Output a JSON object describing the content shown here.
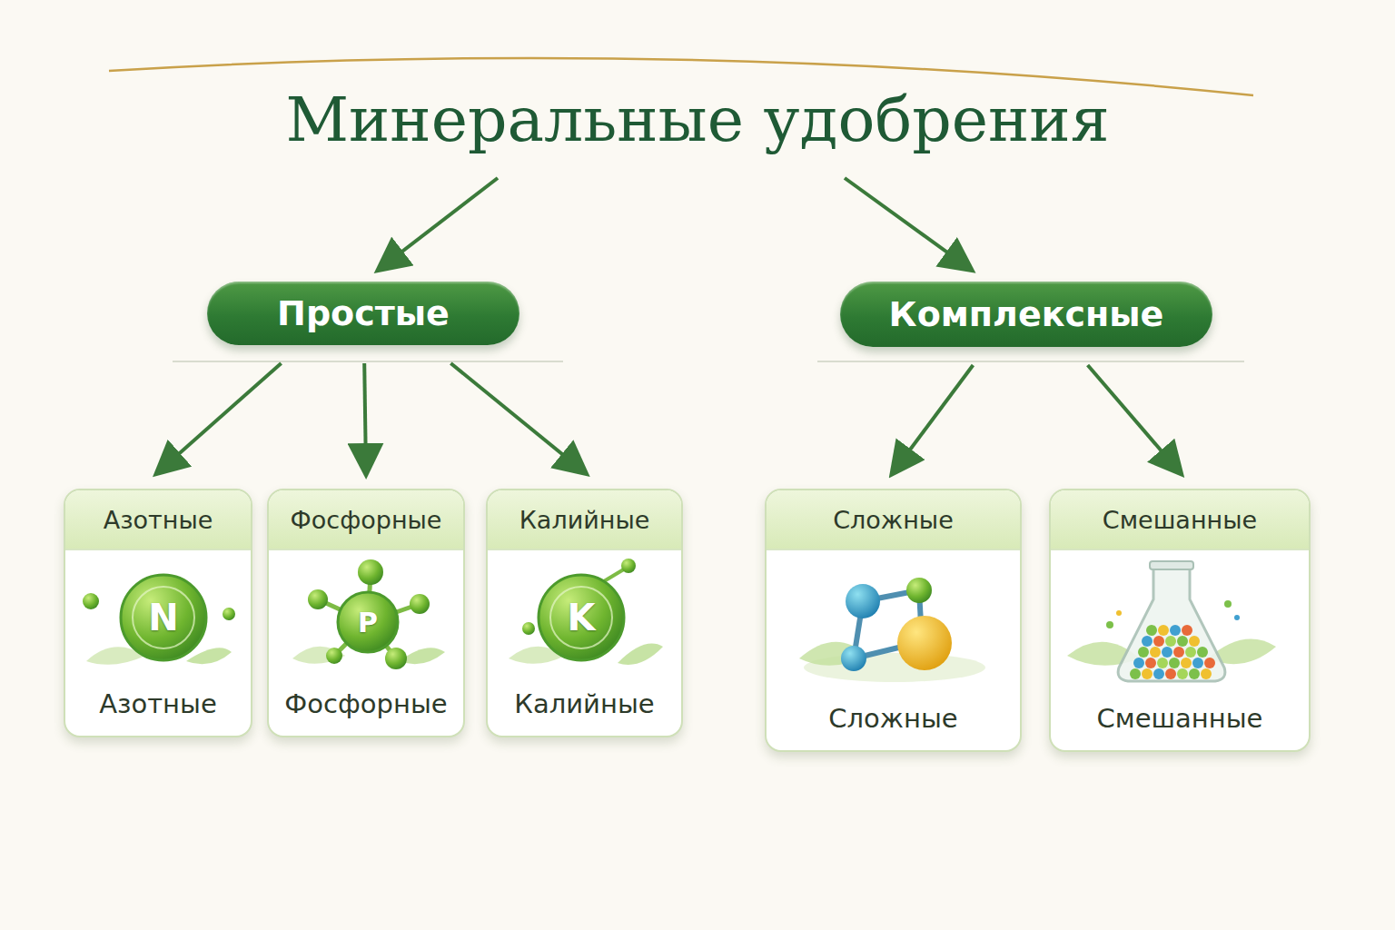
{
  "diagram": {
    "title": "Минеральные удобрения",
    "nodes": [
      {
        "text": [
          "Простые"
        ]
      },
      {
        "text": [
          "Комплексные"
        ]
      },
      {
        "text": [
          "Азотные",
          "Азотные"
        ]
      },
      {
        "text": [
          "Фосфорные",
          "Фосфорные"
        ]
      },
      {
        "text": [
          "Калийные",
          "Калийные"
        ]
      },
      {
        "text": [
          "Сложные",
          "Сложные"
        ]
      },
      {
        "text": [
          "Смешанные",
          "Смешанные"
        ]
      }
    ],
    "edges": [
      {
        "from": 0,
        "to": 2,
        "arrow": "to"
      },
      {
        "from": 0,
        "to": 3,
        "arrow": "to"
      },
      {
        "from": 0,
        "to": 4,
        "arrow": "to"
      },
      {
        "from": 1,
        "to": 5,
        "arrow": "to"
      },
      {
        "from": 1,
        "to": 6,
        "arrow": "to"
      }
    ],
    "labels": [
      "N",
      "P",
      "K"
    ]
  }
}
